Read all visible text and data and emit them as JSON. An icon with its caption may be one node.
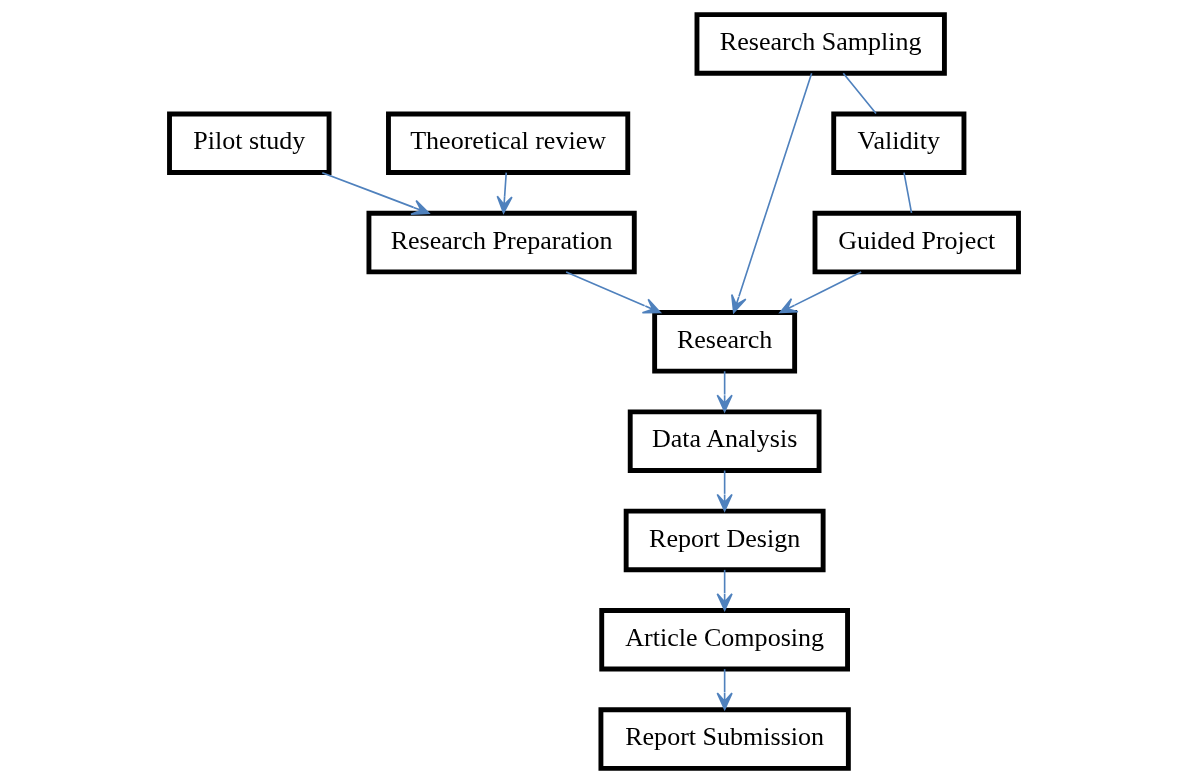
{
  "diagram": {
    "nodes": [
      {
        "text": [
          "Pilot study"
        ]
      },
      {
        "text": [
          "Theoretical review"
        ]
      },
      {
        "text": [
          "Research Preparation"
        ]
      },
      {
        "text": [
          "Research"
        ]
      },
      {
        "text": [
          "Research Sampling"
        ]
      },
      {
        "text": [
          "Validity"
        ]
      },
      {
        "text": [
          "Guided Project"
        ]
      },
      {
        "text": [
          "Data Analysis"
        ]
      },
      {
        "text": [
          "Report Design"
        ]
      },
      {
        "text": [
          "Article Composing"
        ]
      },
      {
        "text": [
          "Report Submission"
        ]
      }
    ],
    "edges": [
      {
        "from": 0,
        "to": 2,
        "arrow": "to"
      },
      {
        "from": 1,
        "to": 2,
        "arrow": "to"
      },
      {
        "from": 2,
        "to": 3,
        "arrow": "to"
      },
      {
        "from": 4,
        "to": 3,
        "arrow": "to"
      },
      {
        "from": 6,
        "to": 3,
        "arrow": "to"
      },
      {
        "from": 4,
        "to": 5,
        "arrow": "none"
      },
      {
        "from": 5,
        "to": 6,
        "arrow": "none"
      },
      {
        "from": 3,
        "to": 7,
        "arrow": "to"
      },
      {
        "from": 7,
        "to": 8,
        "arrow": "to"
      },
      {
        "from": 8,
        "to": 9,
        "arrow": "to"
      },
      {
        "from": 9,
        "to": 10,
        "arrow": "to"
      }
    ]
  }
}
